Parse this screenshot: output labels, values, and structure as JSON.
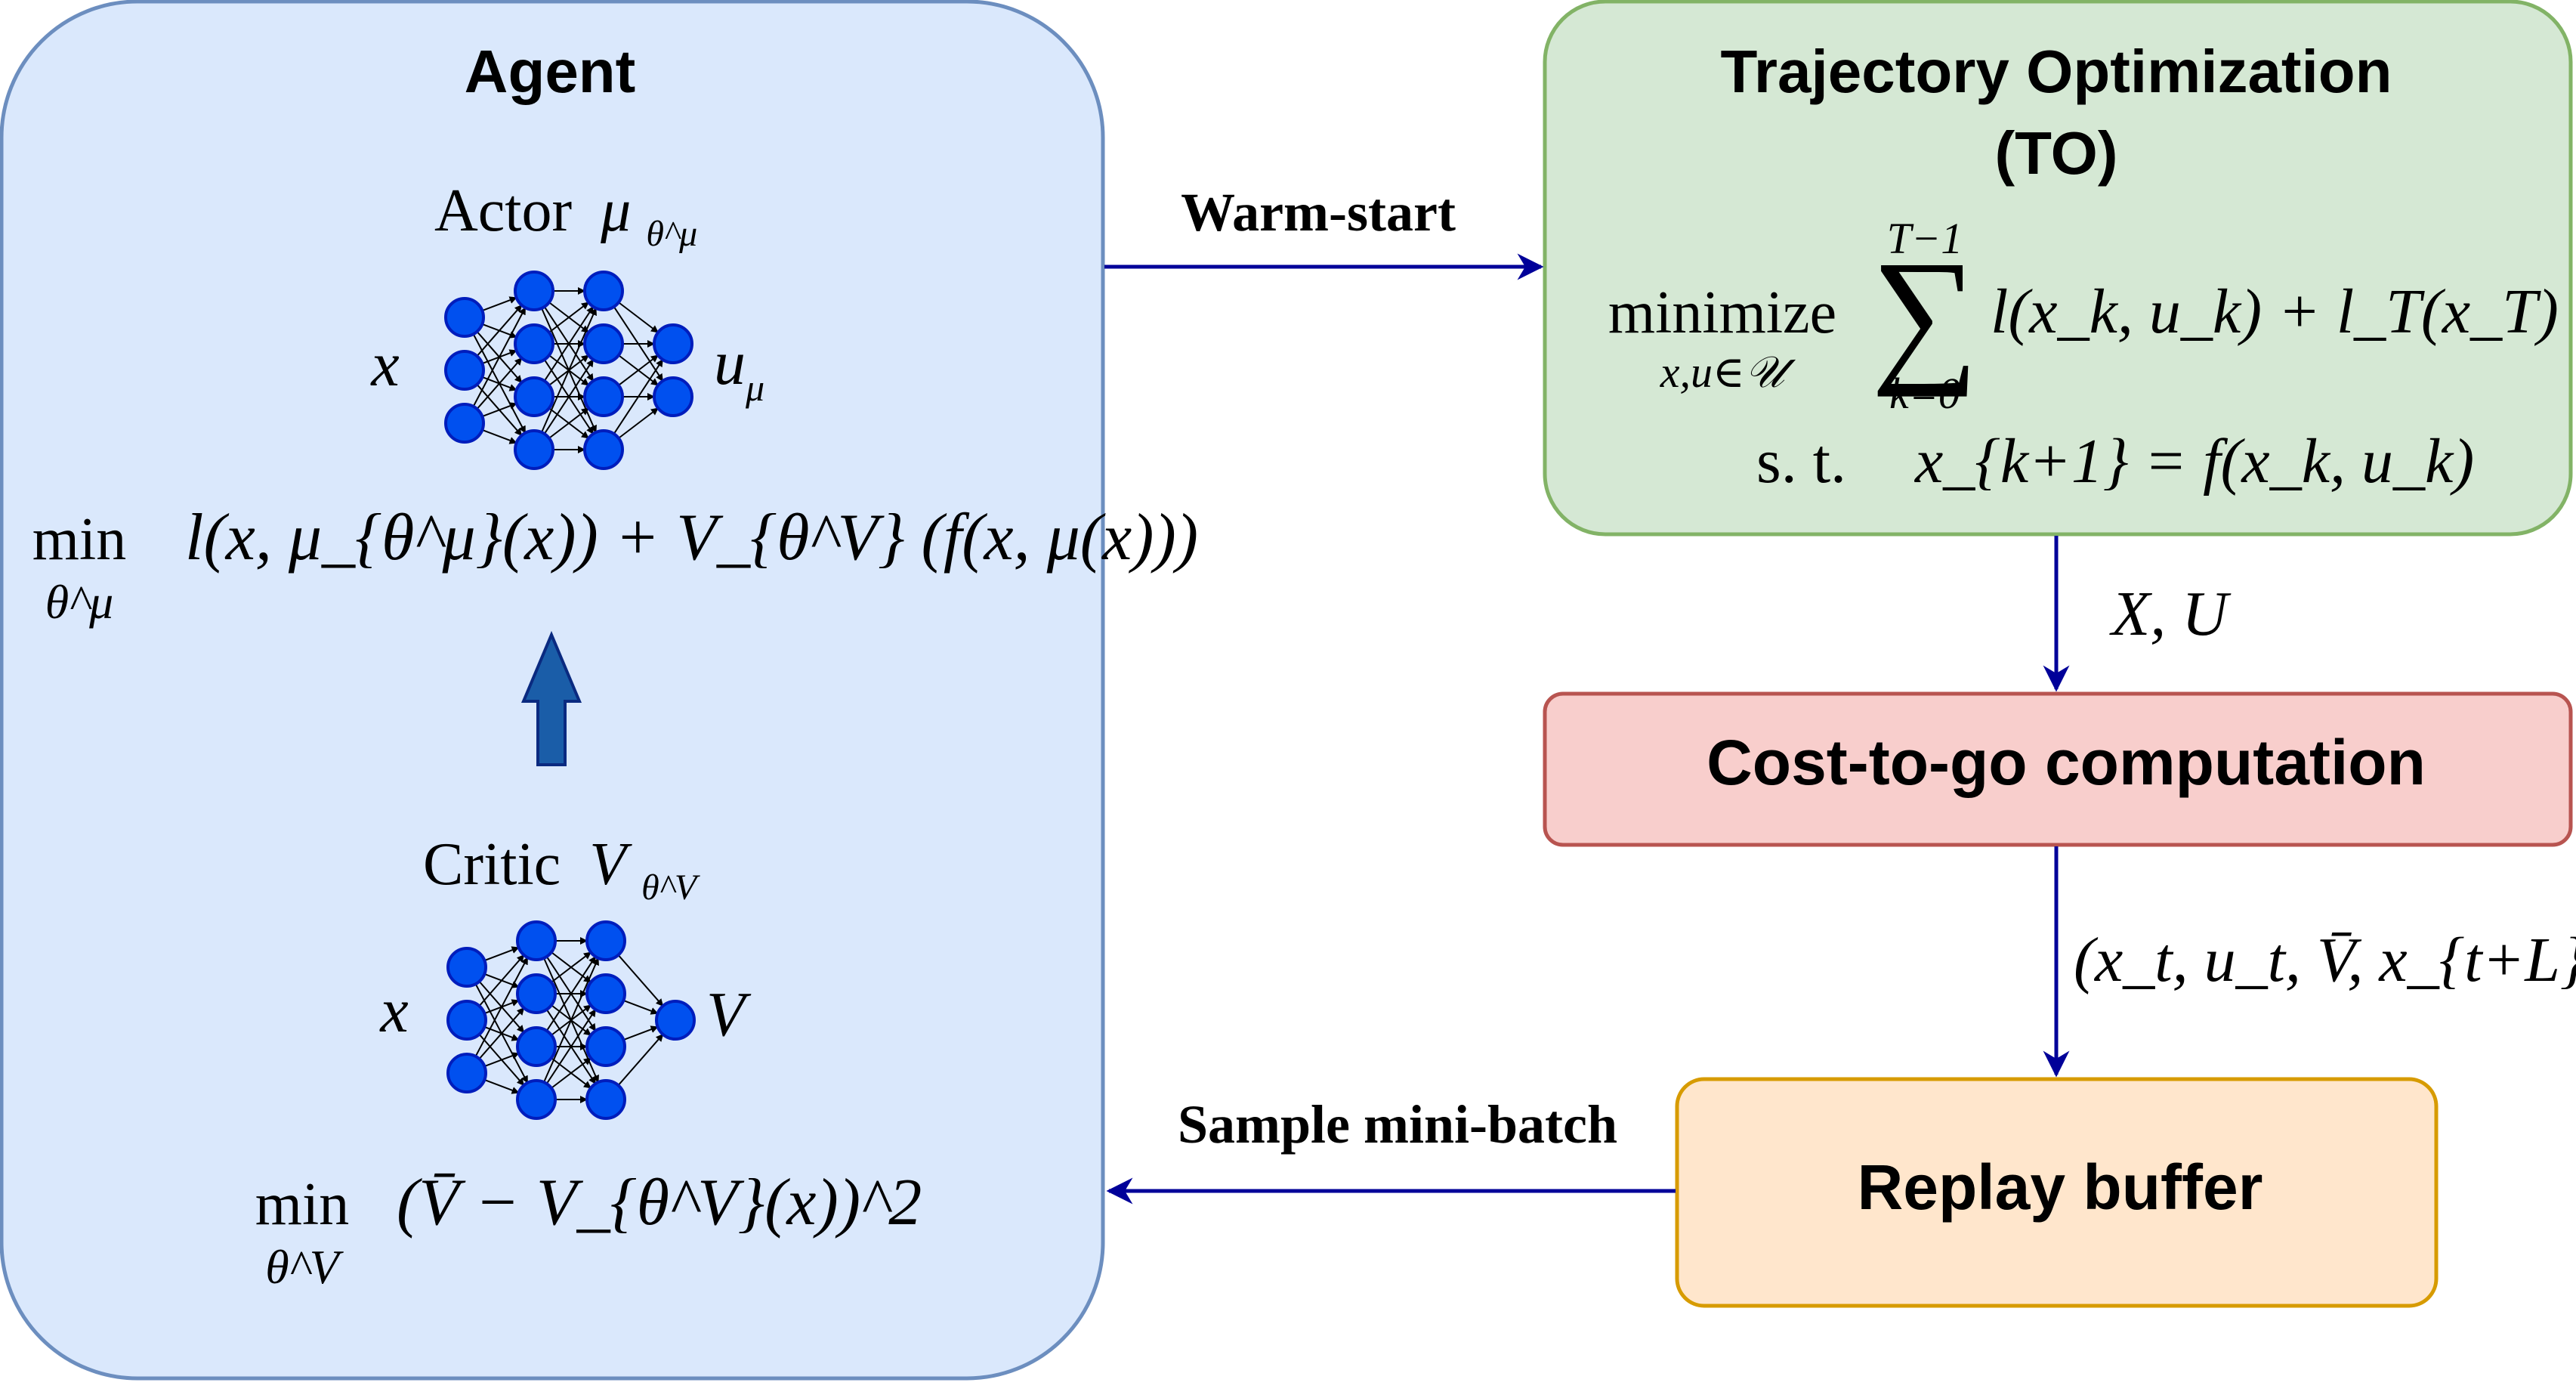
{
  "agent": {
    "title": "Agent",
    "actor": {
      "label": "Actor",
      "symbol": "μ",
      "symbol_sub": "θ^μ",
      "input": "x",
      "output": "u",
      "output_sub": "μ",
      "objective_min": "min",
      "objective_min_sub": "θ^μ",
      "objective_expr": "l(x, μ_{θ^μ}(x)) + V_{θ^V} (f(x, μ(x)))"
    },
    "critic": {
      "label": "Critic",
      "symbol": "V",
      "symbol_sub": "θ^V",
      "input": "x",
      "output": "V",
      "objective_min": "min",
      "objective_min_sub": "θ^V",
      "objective_expr": "(V̄ − V_{θ^V}(x))^2"
    }
  },
  "to": {
    "title_line1": "Trajectory Optimization",
    "title_line2": "(TO)",
    "minimize": "minimize",
    "minimize_sub": "x,u∈𝒰",
    "sum_upper": "T−1",
    "sum_lower": "k=0",
    "objective": "l(x_k, u_k) + l_T(x_T)",
    "st": "s. t.",
    "constraint": "x_{k+1} = f(x_k, u_k)"
  },
  "ctg": {
    "title": "Cost-to-go computation"
  },
  "replay": {
    "title": "Replay buffer"
  },
  "edges": {
    "warm_start": "Warm-start",
    "xu": "X, U",
    "tuple": "(x_t, u_t, V̄, x_{t+L})",
    "sample": "Sample mini-batch"
  },
  "colors": {
    "agent_fill": "#dae8fc",
    "agent_stroke": "#6c8ebf",
    "to_fill": "#d5e8d4",
    "to_stroke": "#82b366",
    "ctg_fill": "#f8cecc",
    "ctg_stroke": "#b85450",
    "replay_fill": "#ffe6cc",
    "replay_stroke": "#d79b00",
    "edge": "#000099",
    "neuron": "#0050ef"
  },
  "networks": {
    "actor_layers": [
      3,
      4,
      4,
      2
    ],
    "critic_layers": [
      3,
      4,
      4,
      1
    ]
  }
}
